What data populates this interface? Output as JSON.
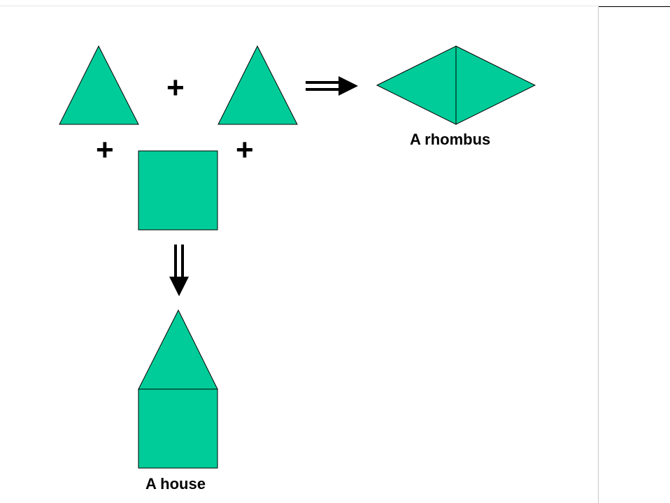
{
  "colors": {
    "shape_fill": "#00CC99",
    "outline": "#000000",
    "background": "#FFFFFF",
    "panel_border": "#C8C8C8"
  },
  "diagram": {
    "operators": {
      "plus": "+"
    },
    "labels": {
      "rhombus": "A rhombus",
      "house": "A house"
    },
    "icons": {
      "right_arrow": "double-right-arrow",
      "down_arrow": "double-down-arrow"
    }
  }
}
